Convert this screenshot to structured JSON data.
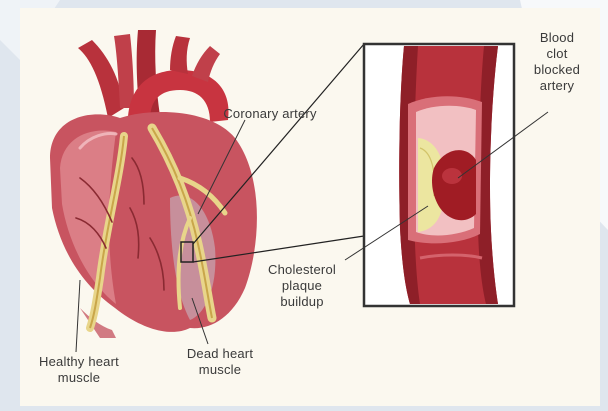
{
  "labels": {
    "coronary_artery": "Coronary artery",
    "blood_clot": [
      "Blood",
      "clot",
      "blocked",
      "artery"
    ],
    "cholesterol": [
      "Cholesterol",
      "plaque",
      "buildup"
    ],
    "healthy_muscle": [
      "Healthy heart",
      "muscle"
    ],
    "dead_muscle": [
      "Dead heart",
      "muscle"
    ]
  },
  "colors": {
    "heart": "#c85460",
    "heart_light": "#e08890",
    "vessel": "#b8323c",
    "vessel_dark": "#8e1f28",
    "plaque": "#ece6a0",
    "clot": "#a01c24"
  }
}
